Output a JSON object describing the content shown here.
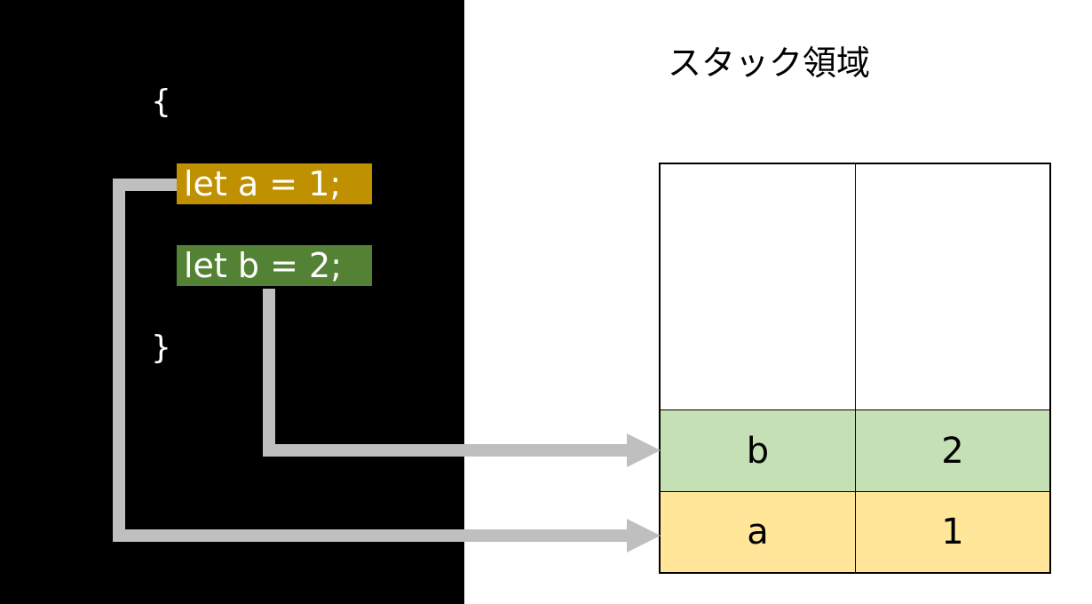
{
  "code": {
    "open_brace": "{",
    "close_brace": "}",
    "line_a": "let a = 1;",
    "line_b": "let b = 2;"
  },
  "stack": {
    "title": "スタック領域",
    "rows": [
      {
        "name": "b",
        "value": "2"
      },
      {
        "name": "a",
        "value": "1"
      }
    ]
  },
  "colors": {
    "code_background": "#000000",
    "line_a_highlight": "#bf9000",
    "line_b_highlight": "#548235",
    "row_b_fill": "#c5e0b4",
    "row_a_fill": "#ffe699",
    "arrow": "#bfbfbf"
  }
}
